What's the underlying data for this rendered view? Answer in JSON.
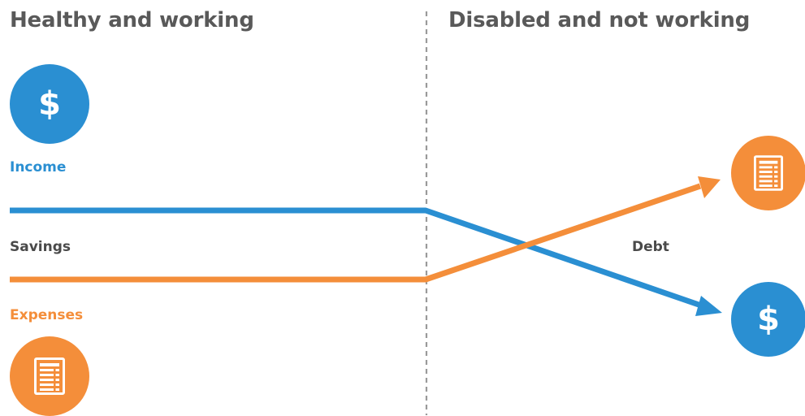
{
  "headings": {
    "left": "Healthy and working",
    "right": "Disabled and not working"
  },
  "labels": {
    "income": "Income",
    "savings": "Savings",
    "expenses": "Expenses",
    "debt": "Debt"
  },
  "icons": {
    "dollar_symbol": "$",
    "income_icon": "dollar-icon",
    "expenses_icon": "bill-icon"
  },
  "colors": {
    "income_blue": "#2a8fd2",
    "expenses_orange": "#f48e3a",
    "heading_gray": "#595959",
    "divider_gray": "#9a9a9a"
  }
}
